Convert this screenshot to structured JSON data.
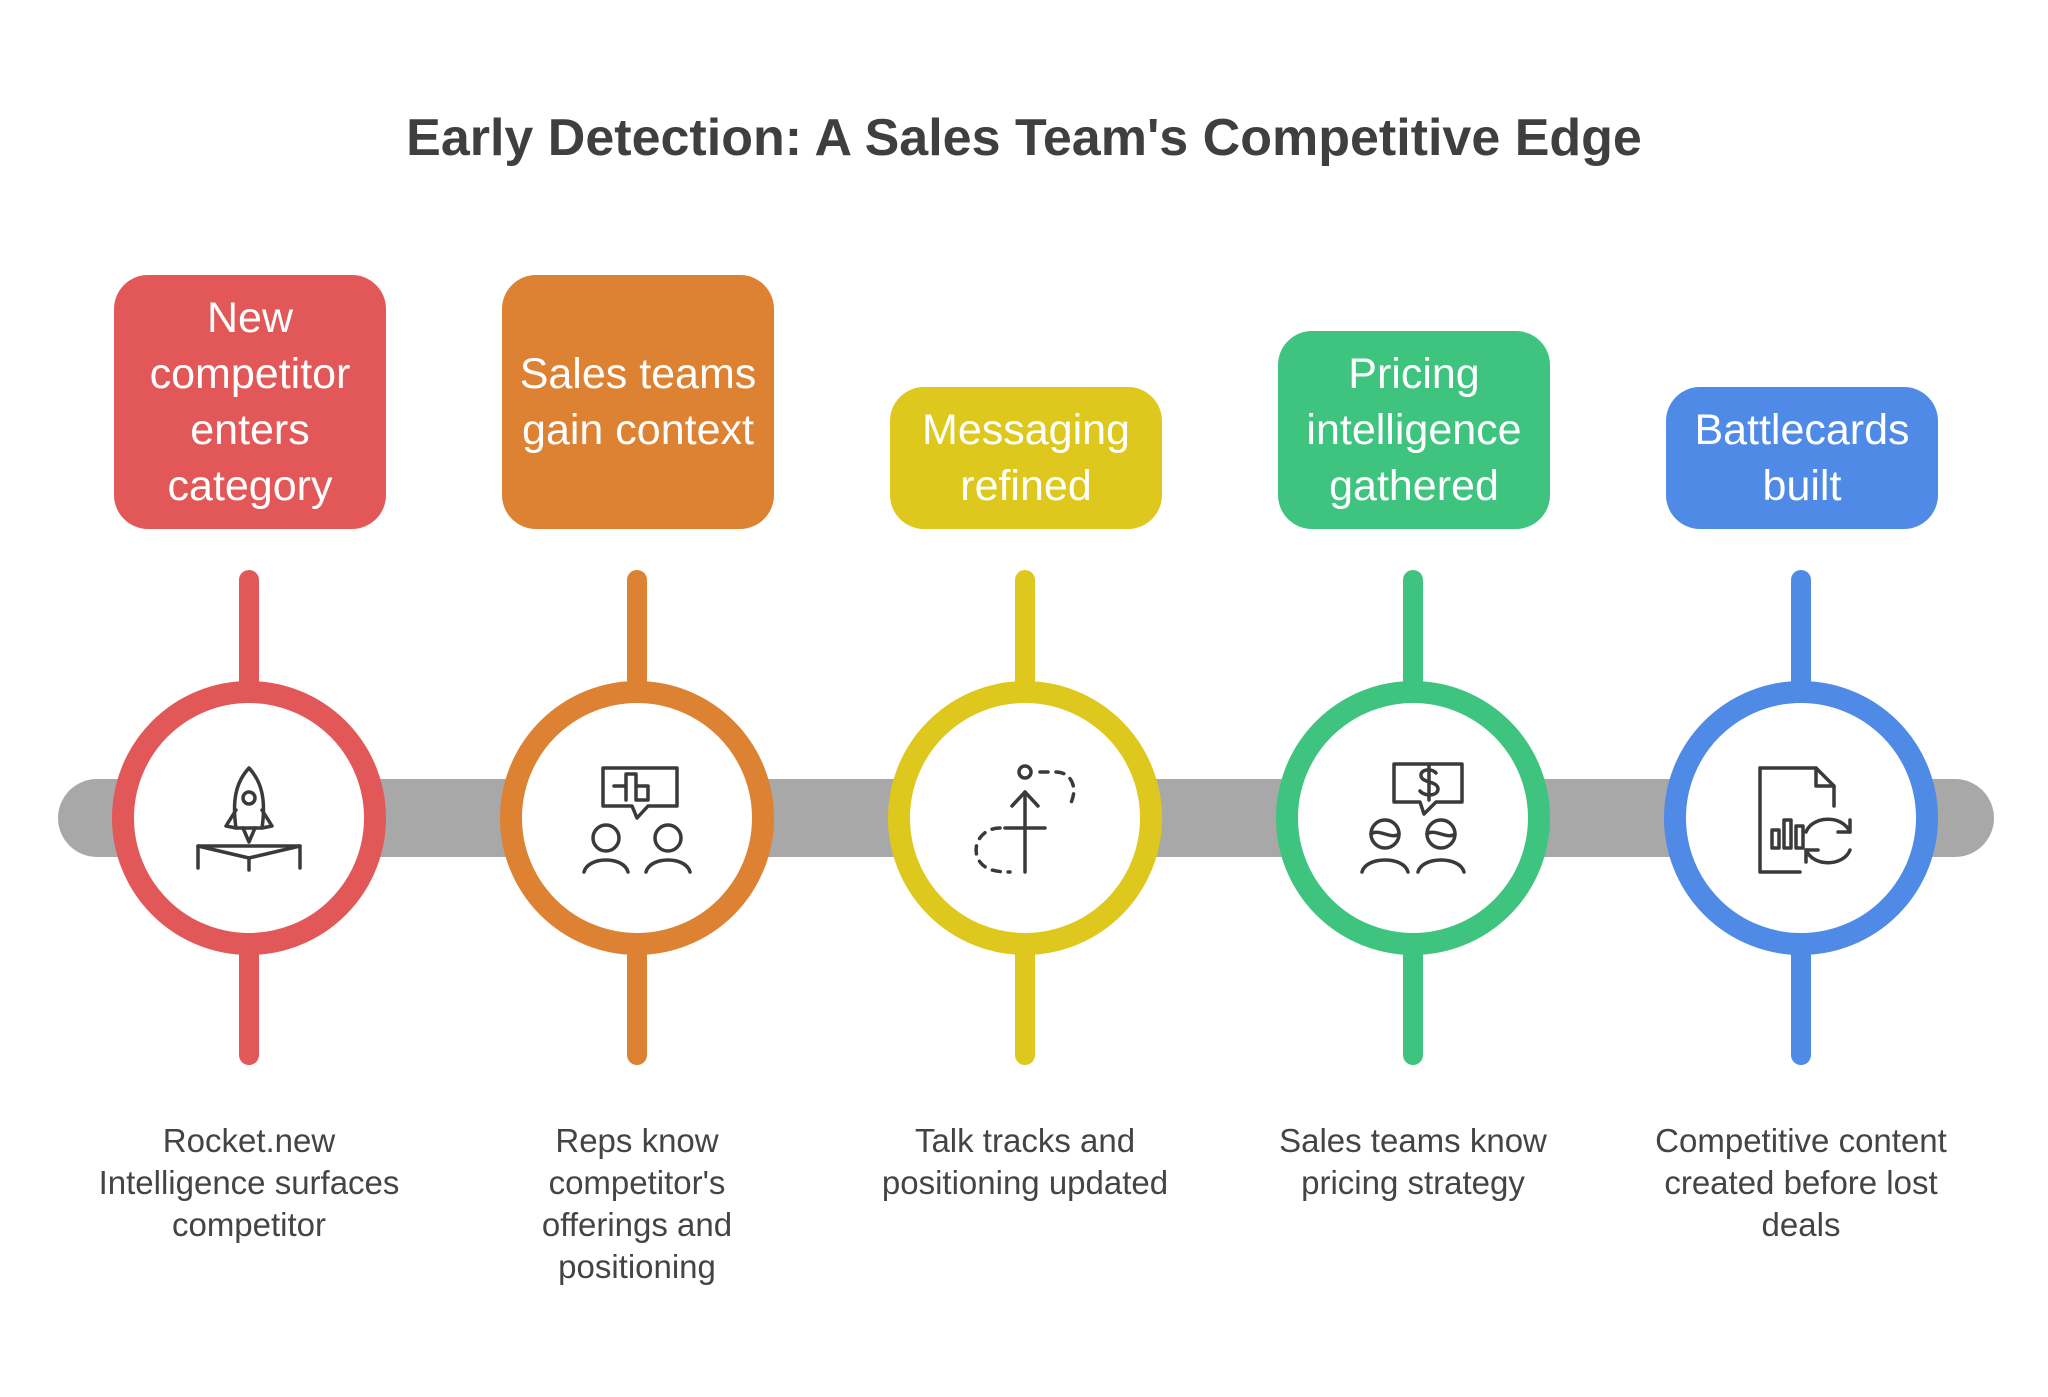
{
  "title": "Early Detection: A Sales Team's Competitive Edge",
  "steps": [
    {
      "label": "New competitor enters category",
      "description": "Rocket.new Intelligence surfaces competitor",
      "color": "#E25858",
      "icon": "rocket-launch-icon"
    },
    {
      "label": "Sales teams gain context",
      "description": "Reps know competitor's offerings and positioning",
      "color": "#DC8232",
      "icon": "team-discussion-icon"
    },
    {
      "label": "Messaging refined",
      "description": "Talk tracks and positioning updated",
      "color": "#DEC81E",
      "icon": "refine-path-icon"
    },
    {
      "label": "Pricing intelligence gathered",
      "description": "Sales teams know pricing strategy",
      "color": "#3FC47F",
      "icon": "pricing-talk-icon"
    },
    {
      "label": "Battlecards built",
      "description": "Competitive content created before lost deals",
      "color": "#4F8AE6",
      "icon": "report-refresh-icon"
    }
  ],
  "connector_color": "#A8A8A8"
}
